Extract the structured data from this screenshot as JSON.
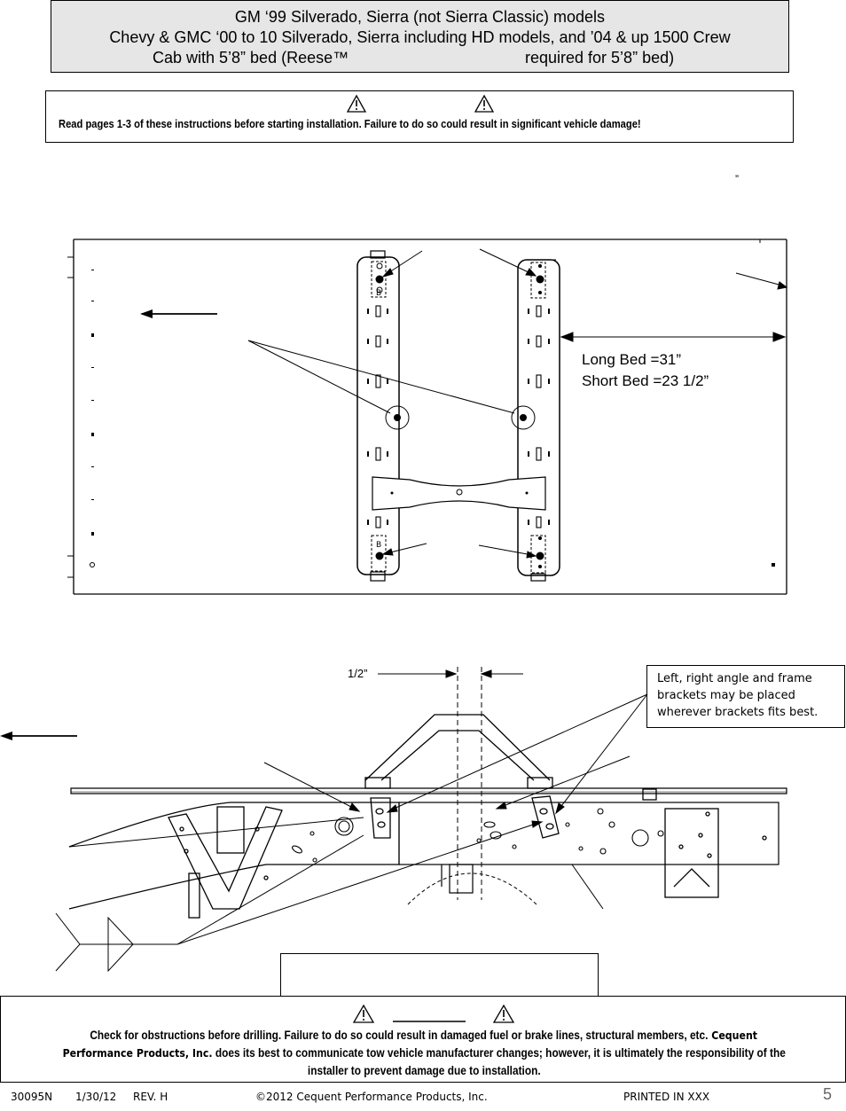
{
  "header": {
    "line1": "GM ‘99 Silverado, Sierra (not Sierra Classic) models",
    "line2": "Chevy & GMC ‘00 to 10 Silverado, Sierra  including HD models, and ’04 & up 1500 Crew",
    "line3a": "Cab with 5’8” bed (Reese™",
    "line3b": "required for 5’8” bed)"
  },
  "warning": {
    "icon": "warning-triangle-icon",
    "text": "Read pages 1-3 of these instructions before starting installation. Failure to do so could result in significant vehicle damage!"
  },
  "stray_quote": "”",
  "diagram1": {
    "dim_long": "Long Bed =31”",
    "dim_short": "Short Bed =23 1/2”",
    "rail_label_top": "B",
    "rail_label_bottom": "B"
  },
  "diagram2": {
    "half_inch": "1/2”",
    "note": [
      "Left, right angle and frame",
      "brackets may be placed",
      "wherever brackets fits best."
    ]
  },
  "caution": {
    "icon": "warning-triangle-icon",
    "line1": "Check for obstructions before drilling. Failure to do so could result in damaged fuel or brake lines, structural members, etc.",
    "company_bold": " Cequent",
    "line2a": "Performance Products, Inc.",
    "line2b": " does its best to communicate tow vehicle manufacturer changes; however, it is ultimately the responsibility of the",
    "line3": "installer to prevent damage due to installation."
  },
  "footer": {
    "part": "30095N",
    "date": "1/30/12",
    "rev": "REV. H",
    "copyright": "©2012 Cequent Performance Products, Inc.",
    "printed": "PRINTED IN XXX",
    "page": "5"
  }
}
